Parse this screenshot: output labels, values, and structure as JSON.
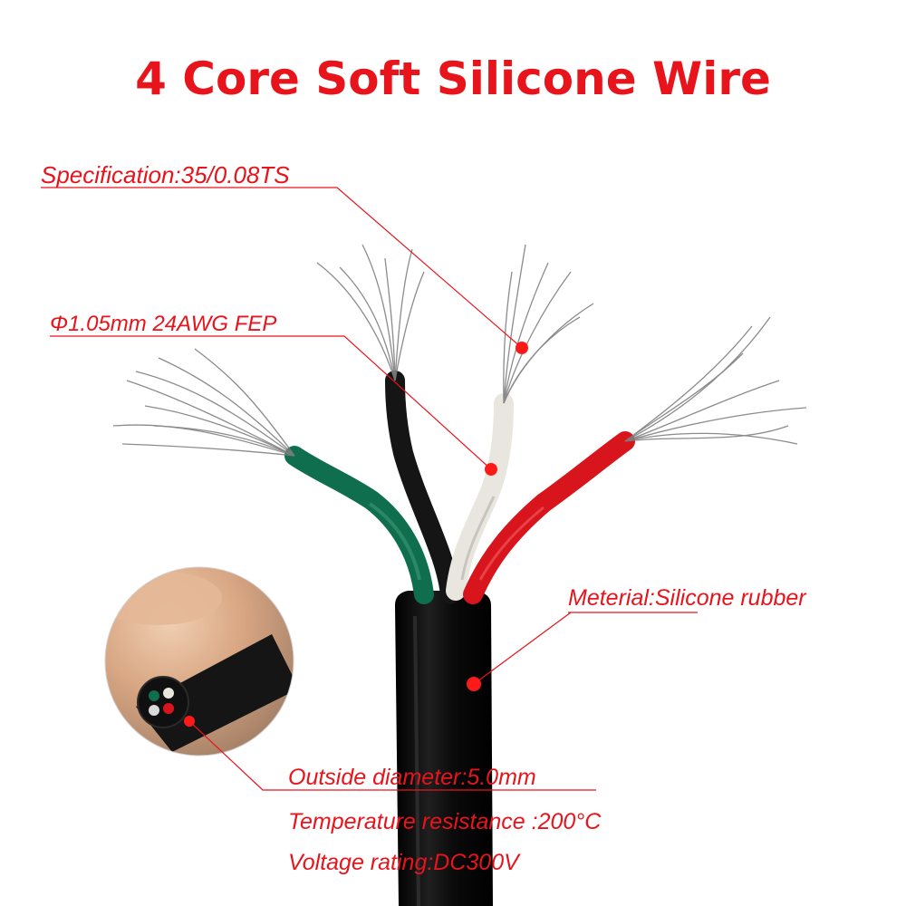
{
  "title": "4 Core Soft Silicone Wire",
  "labels": {
    "specification": "Specification:35/0.08TS",
    "diameter": "Φ1.05mm 24AWG FEP",
    "material": "Meterial:Silicone rubber",
    "outside_diameter": "Outside diameter:5.0mm",
    "temperature": "Temperature resistance :200°C",
    "voltage": "Voltage rating:DC300V"
  },
  "colors": {
    "accent": "#e8141c",
    "wire_green": "#0f6e4d",
    "wire_black": "#151515",
    "wire_white": "#e9e6e0",
    "wire_red": "#d8141c",
    "jacket": "#0c0c0c"
  },
  "wires": [
    {
      "name": "green",
      "color": "#0f6e4d"
    },
    {
      "name": "black",
      "color": "#151515"
    },
    {
      "name": "white",
      "color": "#e9e6e0"
    },
    {
      "name": "red",
      "color": "#d8141c"
    }
  ]
}
